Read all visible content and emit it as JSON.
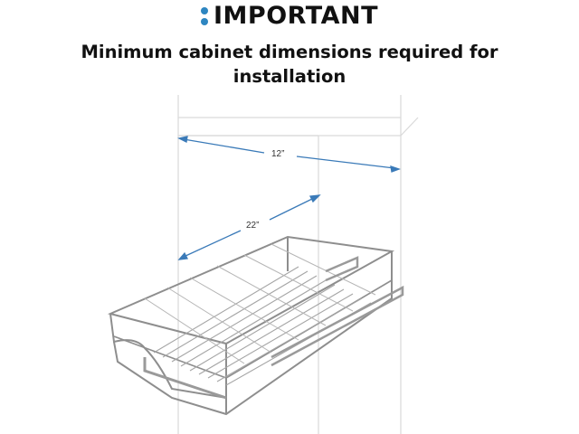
{
  "header": {
    "title": "IMPORTANT",
    "subtitle_line1": "Minimum cabinet dimensions required for",
    "subtitle_line2": "installation"
  },
  "dimensions": {
    "width_label": "12”",
    "depth_label": "22”"
  },
  "colors": {
    "accent": "#2e86c1",
    "arrow": "#3a7ab8",
    "cabinet_line": "#d9d9d9",
    "chrome": "#8e8e8e"
  },
  "icons": [
    "info-dots-icon"
  ]
}
